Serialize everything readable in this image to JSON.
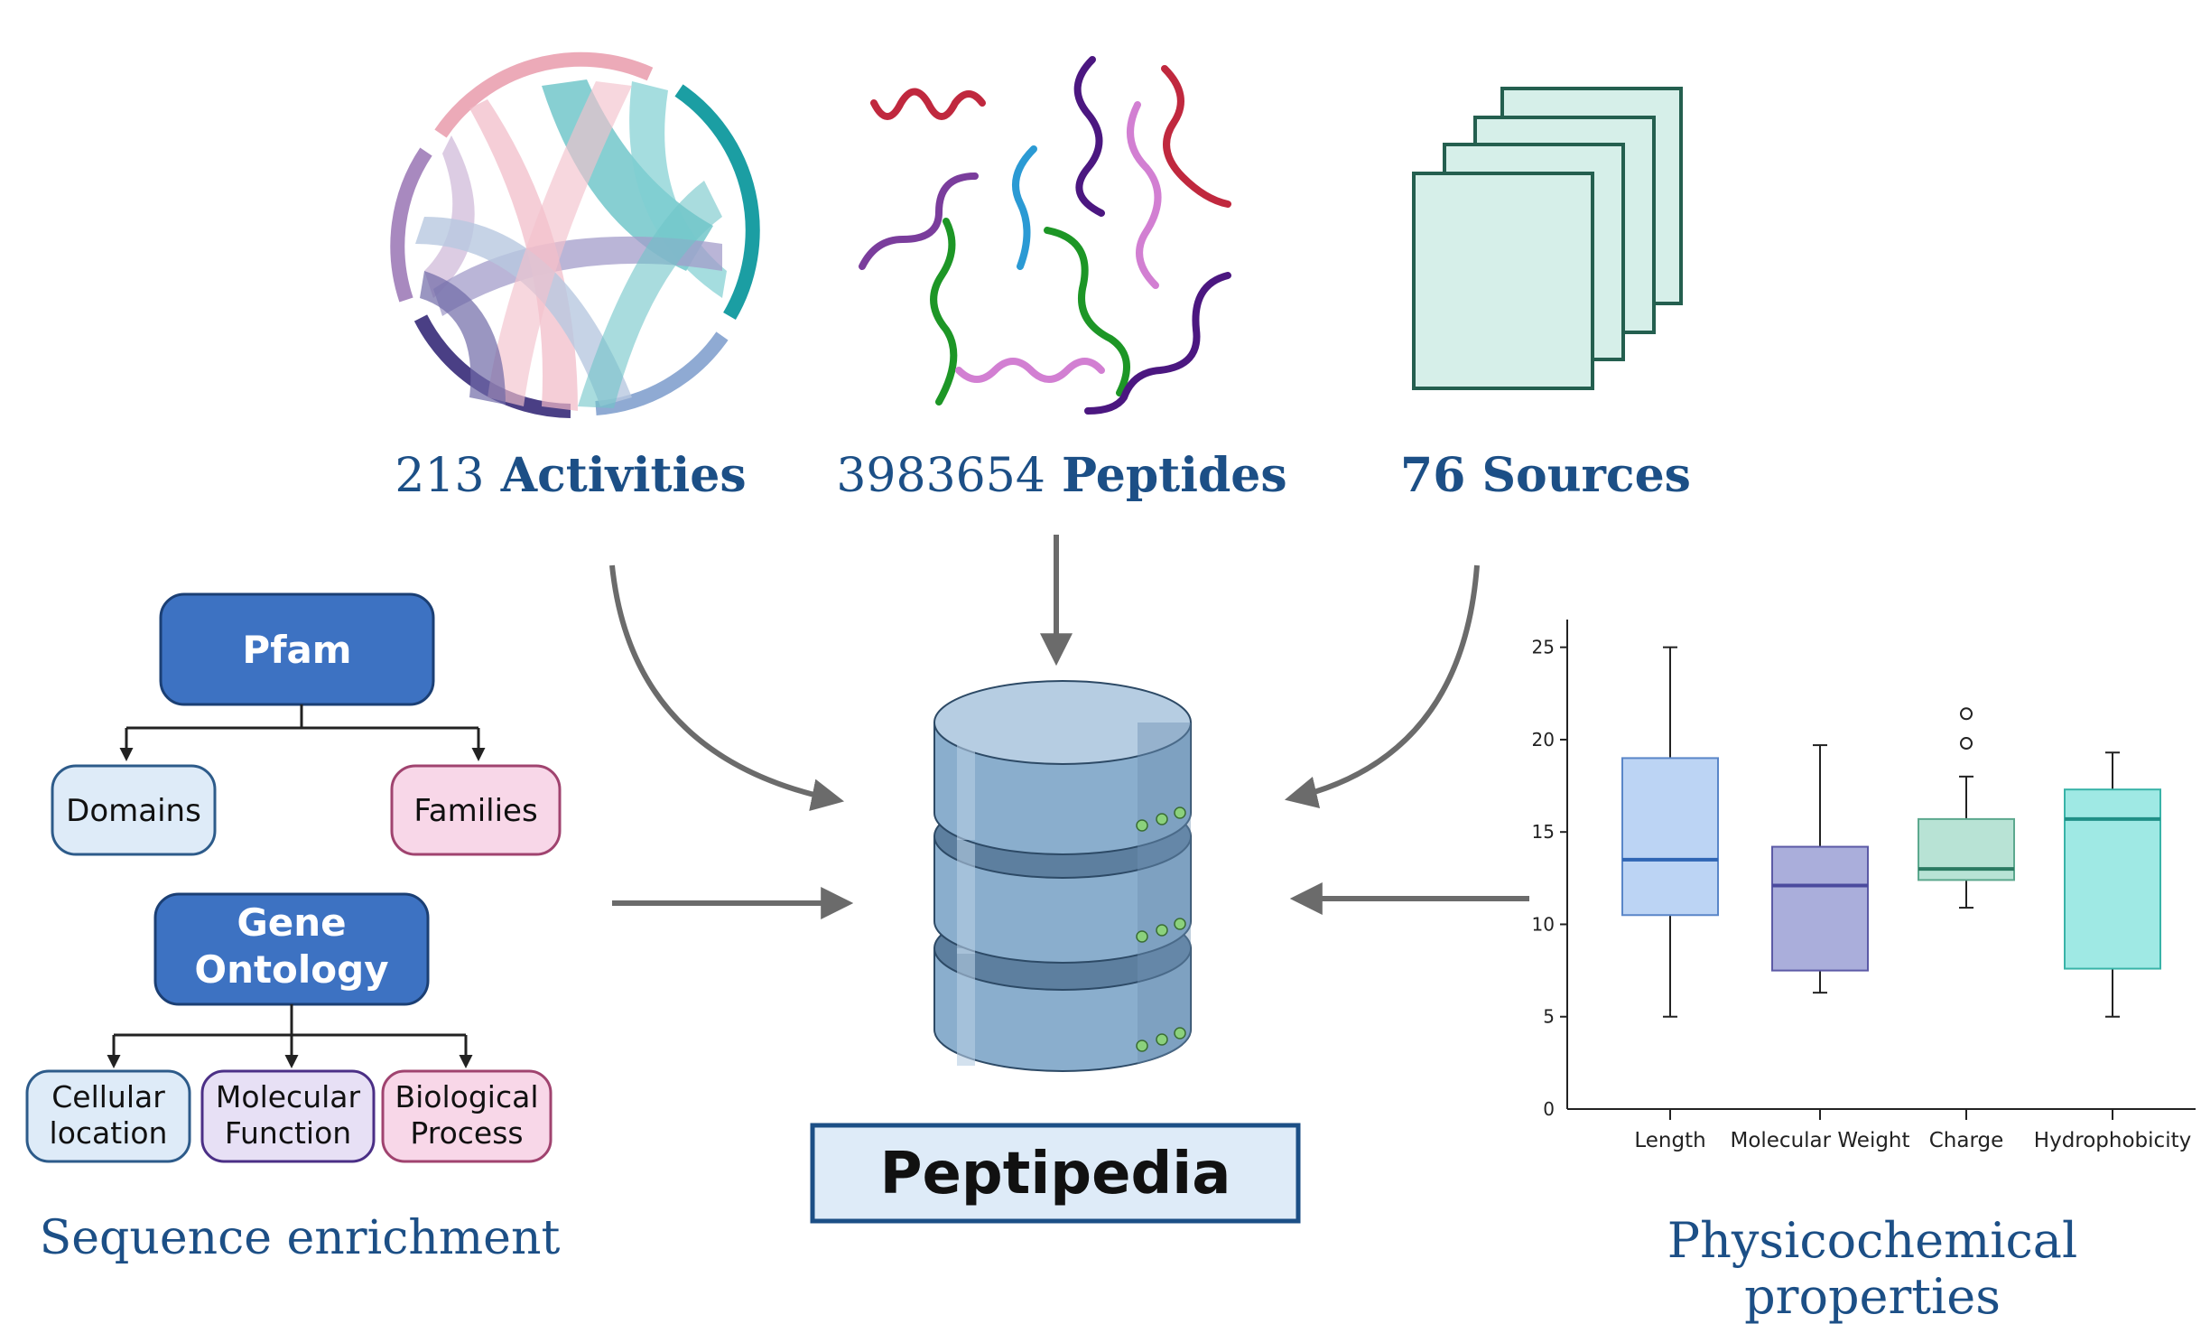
{
  "stats": {
    "activities": {
      "number": "213",
      "label": " Activities"
    },
    "peptides": {
      "number": "3983654",
      "label": " Peptides"
    },
    "sources": {
      "number": "76",
      "label": " Sources"
    }
  },
  "database": {
    "title": "Peptipedia"
  },
  "enrichment": {
    "heading": "Sequence enrichment",
    "pfam": {
      "label": "Pfam",
      "children": [
        "Domains",
        "Families"
      ]
    },
    "go": {
      "label_lines": [
        "Gene",
        "Ontology"
      ],
      "children": [
        [
          "Cellular",
          "location"
        ],
        [
          "Molecular",
          "Function"
        ],
        [
          "Biological",
          "Process"
        ]
      ]
    }
  },
  "physchem": {
    "heading_lines": [
      "Physicochemical",
      "properties"
    ]
  },
  "chart_data": {
    "type": "box",
    "categories": [
      "Length",
      "Molecular Weight",
      "Charge",
      "Hydrophobicity"
    ],
    "yticks": [
      0,
      5,
      10,
      15,
      20,
      25
    ],
    "ylim": [
      0,
      26.5
    ],
    "grid": false,
    "boxes": [
      {
        "category": "Length",
        "whisker_low": 5,
        "q1": 10.5,
        "median": 13.5,
        "q3": 19,
        "whisker_high": 25,
        "outliers": [],
        "fill": "#bcd4f4",
        "stroke": "#5a86c8",
        "median_color": "#2f65b4"
      },
      {
        "category": "Molecular Weight",
        "whisker_low": 6.3,
        "q1": 7.5,
        "median": 12.1,
        "q3": 14.2,
        "whisker_high": 19.7,
        "outliers": [],
        "fill": "#aaaedb",
        "stroke": "#5c5aa6",
        "median_color": "#4b4a9e"
      },
      {
        "category": "Charge",
        "whisker_low": 10.9,
        "q1": 12.4,
        "median": 13,
        "q3": 15.7,
        "whisker_high": 18,
        "outliers": [
          19.8,
          21.4
        ],
        "fill": "#b8e3d5",
        "stroke": "#5ca88e",
        "median_color": "#2a7a62"
      },
      {
        "category": "Hydrophobicity",
        "whisker_low": 5,
        "q1": 7.6,
        "median": 15.7,
        "q3": 17.3,
        "whisker_high": 19.3,
        "outliers": [],
        "fill": "#9fe9e4",
        "stroke": "#38b3a8",
        "median_color": "#1f8f86"
      }
    ]
  },
  "colors": {
    "heading_blue": "#1c4f86",
    "node_blue": "#3d72c2",
    "arrow_gray": "#6b6b6b",
    "db_body": "#8aaecd",
    "db_label_bg": "#deebf8"
  }
}
